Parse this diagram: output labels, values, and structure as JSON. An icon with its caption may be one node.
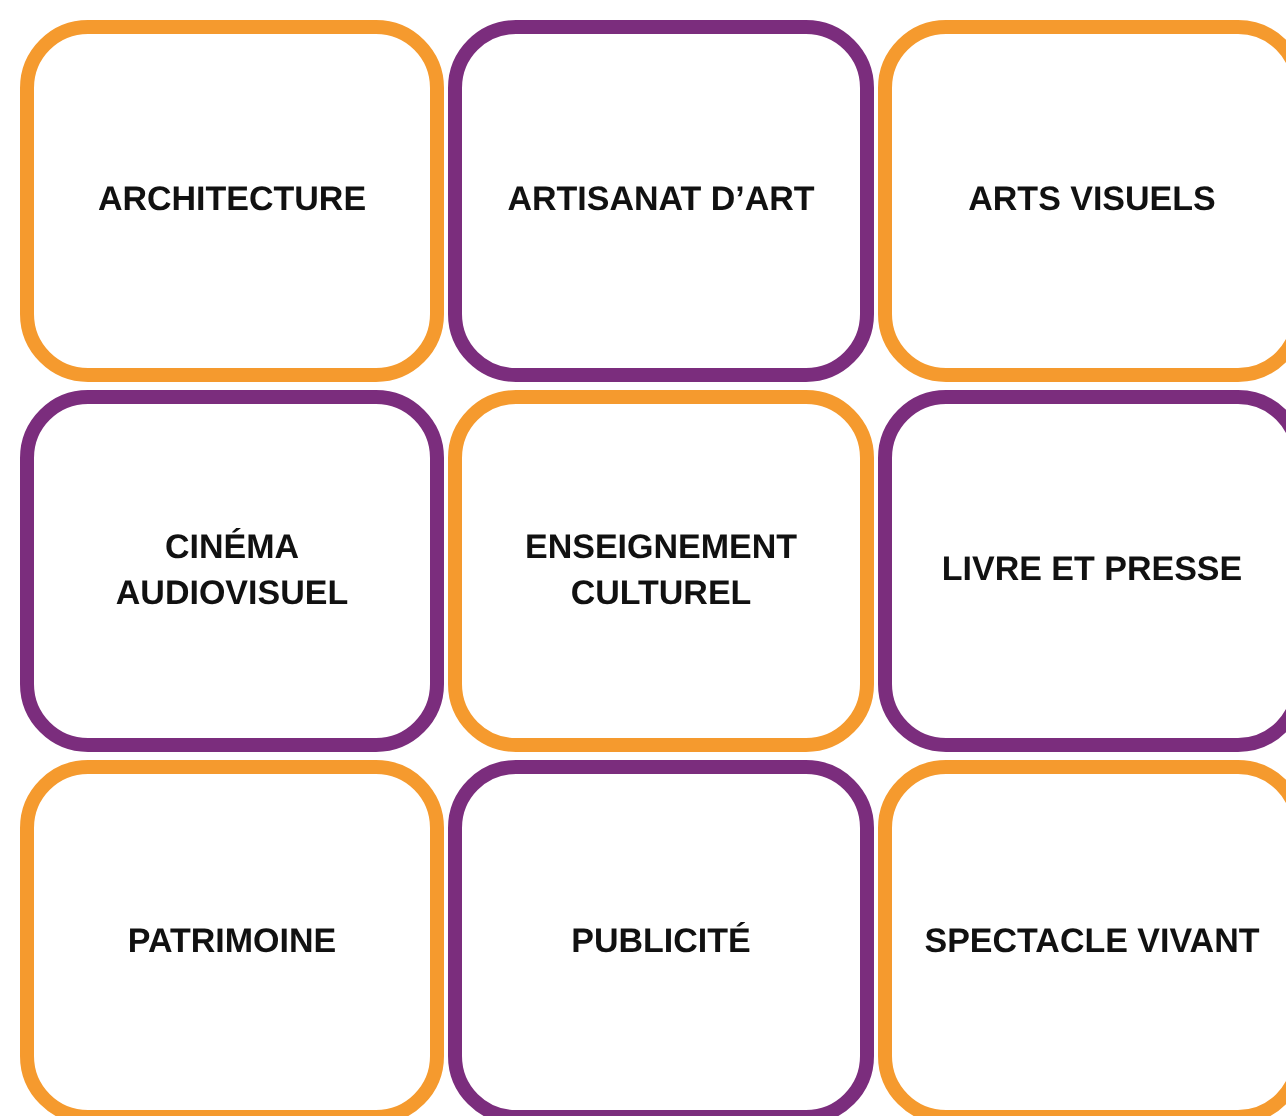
{
  "diagram": {
    "nodes": [
      {
        "text": [
          "ARCHITECTURE"
        ]
      },
      {
        "text": [
          "ARTISANAT D’ART"
        ]
      },
      {
        "text": [
          "ARTS VISUELS"
        ]
      },
      {
        "text": [
          "CINÉMA AUDIOVISUEL"
        ]
      },
      {
        "text": [
          "ENSEIGNEMENT CULTUREL"
        ]
      },
      {
        "text": [
          "LIVRE ET PRESSE"
        ]
      },
      {
        "text": [
          "PATRIMOINE"
        ]
      },
      {
        "text": [
          "PUBLICITÉ"
        ]
      },
      {
        "text": [
          "SPECTACLE VIVANT"
        ]
      }
    ]
  }
}
